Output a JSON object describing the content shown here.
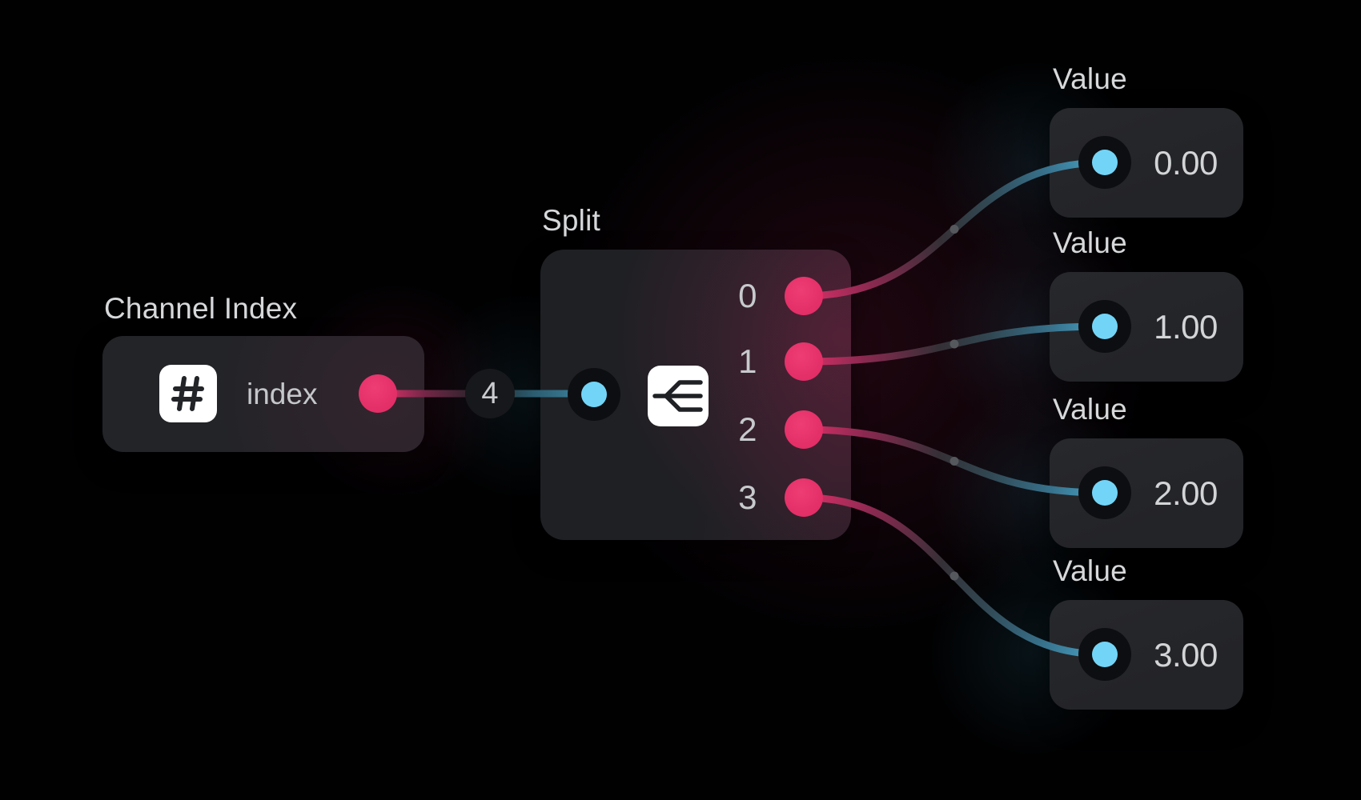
{
  "app": {
    "name": "node graph editor"
  },
  "colors": {
    "background": "#010102",
    "node_background": "#222327",
    "accent_pink": "#e8336c",
    "accent_cyan": "#72d5f7",
    "wire_teal": "#4397b8",
    "title_text": "#d6d8da"
  },
  "nodes": {
    "channel_index": {
      "title": "Channel Index",
      "icon": "hash-icon",
      "output_label": "index"
    },
    "split": {
      "title": "Split",
      "icon": "split-icon",
      "outputs": [
        {
          "label": "0"
        },
        {
          "label": "1"
        },
        {
          "label": "2"
        },
        {
          "label": "3"
        }
      ]
    },
    "values": [
      {
        "title": "Value",
        "value": "0.00"
      },
      {
        "title": "Value",
        "value": "1.00"
      },
      {
        "title": "Value",
        "value": "2.00"
      },
      {
        "title": "Value",
        "value": "3.00"
      }
    ]
  },
  "wires": {
    "input_badge": "4"
  }
}
